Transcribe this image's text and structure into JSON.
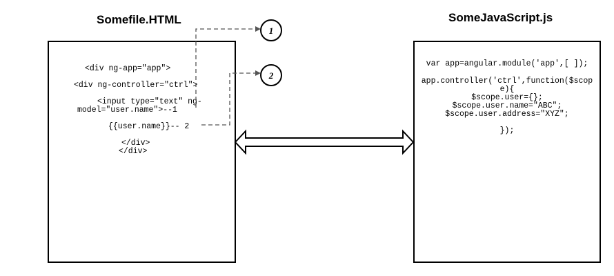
{
  "left_panel": {
    "title": "Somefile.HTML",
    "lines": [
      "<div ng-app=\"app\">",
      "<div ng-controller=\"ctrl\">",
      "<input type=\"text\" ng-",
      "model=\"user.name\">--1",
      "{{user.name}}-- 2",
      "</div>",
      "</div>"
    ]
  },
  "right_panel": {
    "title": "SomeJavaScript.js",
    "lines": [
      "var app=angular.module('app',[ ]);",
      "app.controller('ctrl',function($scop",
      "e){",
      "$scope.user={};",
      "$scope.user.name=\"ABC\";",
      "$scope.user.address=\"XYZ\";",
      "});"
    ]
  },
  "markers": [
    "1",
    "2"
  ],
  "colors": {
    "stroke": "#000000",
    "dashed": "#555555"
  }
}
